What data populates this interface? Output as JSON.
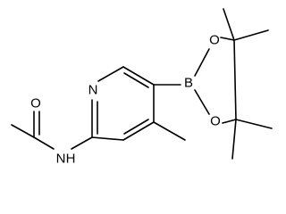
{
  "atoms": {
    "oxygen_carbonyl": "O",
    "nitrogen_amide": "N",
    "hydrogen_amide": "H",
    "nitrogen_ring": "N",
    "boron": "B",
    "oxygen_ring_top": "O",
    "oxygen_ring_bottom": "O"
  }
}
